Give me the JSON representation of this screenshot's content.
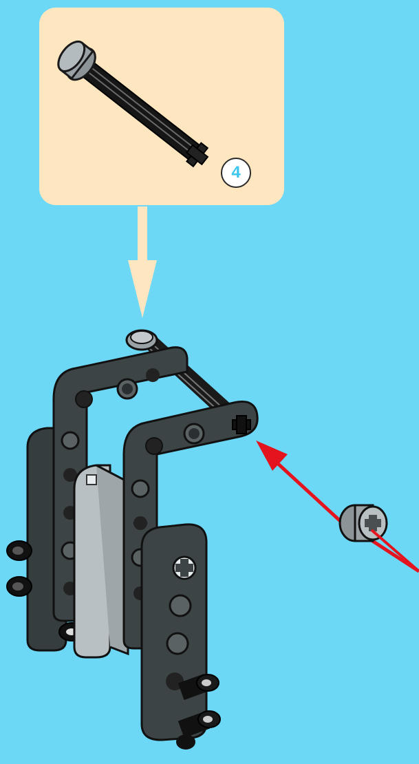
{
  "callout": {
    "part": "axle-with-stop-icon",
    "quantity": "4",
    "quantity_color": "#3cc6ee"
  },
  "colors": {
    "background": "#6cd8f6",
    "callout_fill": "#fde6c0",
    "callout_arrow": "#fde6c0",
    "action_arrow": "#e4141e",
    "dark_bluish_gray": "#3c4446",
    "light_bluish_gray": "#b9c0c3",
    "black": "#111111"
  },
  "assembly": {
    "parts": [
      "dark-gray-l-beam-back",
      "dark-gray-l-beam-front",
      "dark-gray-liftarm-left",
      "light-gray-liftarm-center",
      "dark-gray-liftarm-front",
      "black-axle-pins",
      "bush-half"
    ]
  }
}
